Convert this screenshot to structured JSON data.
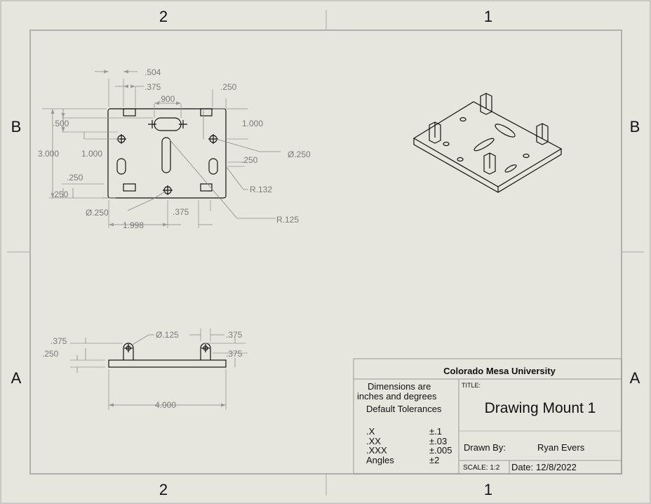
{
  "zones": {
    "top_left": "2",
    "top_right": "1",
    "bottom_left": "2",
    "bottom_right": "1",
    "left_top": "B",
    "left_bottom": "A",
    "right_top": "B",
    "right_bottom": "A"
  },
  "top_view_dims": {
    "d504": ".504",
    "d375a": ".375",
    "d900": ".900",
    "d250a": ".250",
    "d500": ".500",
    "d3000": "3.000",
    "d1000a": "1.000",
    "d1000b": "1.000",
    "d250b": ".250",
    "d250c": ".250",
    "dia250a": "Ø.250",
    "d250d": ".250",
    "r132": "R.132",
    "dia250b": "Ø.250",
    "d375b": ".375",
    "d1998": "1.998",
    "r125": "R.125"
  },
  "front_view_dims": {
    "d375a": ".375",
    "d250": ".250",
    "dia125": "Ø.125",
    "d375b": ".375",
    "d375c": ".375",
    "d4000": "4.000"
  },
  "title_block": {
    "university": "Colorado Mesa University",
    "dims_line1": "Dimensions are",
    "dims_line2": "inches and degrees",
    "dims_line3": "Default Tolerances",
    "title_label": "TITLE:",
    "title": "Drawing Mount 1",
    "tol_x": ".X",
    "tol_x_val": "±.1",
    "tol_xx": ".XX",
    "tol_xx_val": "±.03",
    "tol_xxx": ".XXX",
    "tol_xxx_val": "±.005",
    "tol_angles": "Angles",
    "tol_angles_val": "±2",
    "drawn_by_label": "Drawn By:",
    "drawn_by": "Ryan Evers",
    "scale": "SCALE: 1:2",
    "date_label": "Date:",
    "date": "12/8/2022"
  }
}
